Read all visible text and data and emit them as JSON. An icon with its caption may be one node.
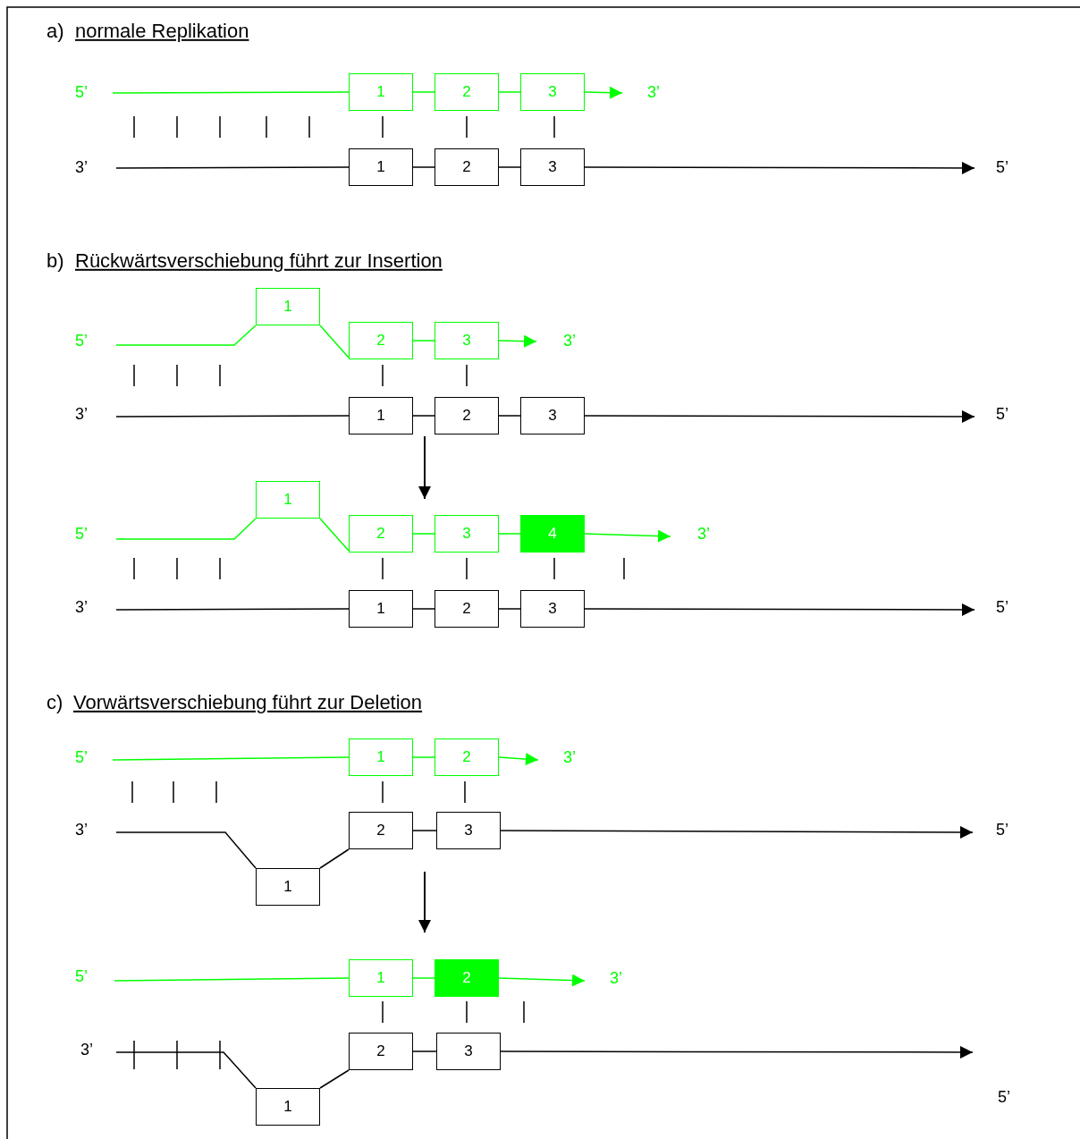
{
  "diagram": {
    "nodes": [
      {
        "text": [
          "1"
        ]
      },
      {
        "text": [
          "2"
        ]
      },
      {
        "text": [
          "3"
        ]
      },
      {
        "text": [
          "1"
        ]
      },
      {
        "text": [
          "2"
        ]
      },
      {
        "text": [
          "3"
        ]
      },
      {
        "text": [
          "1"
        ]
      },
      {
        "text": [
          "2"
        ]
      },
      {
        "text": [
          "3"
        ]
      },
      {
        "text": [
          "1"
        ]
      },
      {
        "text": [
          "2"
        ]
      },
      {
        "text": [
          "3"
        ]
      },
      {
        "text": [
          "1"
        ]
      },
      {
        "text": [
          "2"
        ]
      },
      {
        "text": [
          "3"
        ]
      },
      {
        "text": [
          "4"
        ]
      },
      {
        "text": [
          "1"
        ]
      },
      {
        "text": [
          "2"
        ]
      },
      {
        "text": [
          "3"
        ]
      },
      {
        "text": [
          "1"
        ]
      },
      {
        "text": [
          "2"
        ]
      },
      {
        "text": [
          "1"
        ]
      },
      {
        "text": [
          "2"
        ]
      },
      {
        "text": [
          "3"
        ]
      },
      {
        "text": [
          "1"
        ]
      },
      {
        "text": [
          "2"
        ]
      },
      {
        "text": [
          "1"
        ]
      },
      {
        "text": [
          "2"
        ]
      },
      {
        "text": [
          "3"
        ]
      }
    ],
    "edges": [
      {
        "from": null,
        "to": 0,
        "arrow": "none",
        "color": "#00ff00"
      },
      {
        "from": 0,
        "to": 1,
        "arrow": "none",
        "color": "#00ff00"
      },
      {
        "from": 1,
        "to": 2,
        "arrow": "none",
        "color": "#00ff00"
      },
      {
        "from": 2,
        "to": null,
        "arrow": "to",
        "color": "#00ff00"
      },
      {
        "from": null,
        "to": 3,
        "arrow": "none"
      },
      {
        "from": 3,
        "to": 4,
        "arrow": "none"
      },
      {
        "from": 4,
        "to": 5,
        "arrow": "none"
      },
      {
        "from": 5,
        "to": null,
        "arrow": "to"
      },
      {
        "from": null,
        "to": 6,
        "arrow": "none",
        "color": "#00ff00"
      },
      {
        "from": 6,
        "to": 7,
        "arrow": "none",
        "color": "#00ff00"
      },
      {
        "from": 7,
        "to": 8,
        "arrow": "none",
        "color": "#00ff00"
      },
      {
        "from": 8,
        "to": null,
        "arrow": "to",
        "color": "#00ff00"
      },
      {
        "from": null,
        "to": 9,
        "arrow": "none"
      },
      {
        "from": 9,
        "to": 10,
        "arrow": "none"
      },
      {
        "from": 10,
        "to": 11,
        "arrow": "none"
      },
      {
        "from": 11,
        "to": null,
        "arrow": "to"
      },
      {
        "from": null,
        "to": 12,
        "arrow": "none",
        "color": "#00ff00"
      },
      {
        "from": 12,
        "to": 13,
        "arrow": "none",
        "color": "#00ff00"
      },
      {
        "from": 13,
        "to": 14,
        "arrow": "none",
        "color": "#00ff00"
      },
      {
        "from": 14,
        "to": 15,
        "arrow": "none",
        "color": "#00ff00"
      },
      {
        "from": 15,
        "to": null,
        "arrow": "to",
        "color": "#00ff00"
      },
      {
        "from": null,
        "to": 16,
        "arrow": "none"
      },
      {
        "from": 16,
        "to": 17,
        "arrow": "none"
      },
      {
        "from": 17,
        "to": 18,
        "arrow": "none"
      },
      {
        "from": 18,
        "to": null,
        "arrow": "to"
      },
      {
        "from": null,
        "to": 19,
        "arrow": "none",
        "color": "#00ff00"
      },
      {
        "from": 19,
        "to": 20,
        "arrow": "none",
        "color": "#00ff00"
      },
      {
        "from": 20,
        "to": null,
        "arrow": "to",
        "color": "#00ff00"
      },
      {
        "from": null,
        "to": 21,
        "arrow": "none"
      },
      {
        "from": 21,
        "to": 22,
        "arrow": "none"
      },
      {
        "from": 22,
        "to": 23,
        "arrow": "none"
      },
      {
        "from": 23,
        "to": null,
        "arrow": "to"
      },
      {
        "from": null,
        "to": 24,
        "arrow": "none",
        "color": "#00ff00"
      },
      {
        "from": 24,
        "to": 25,
        "arrow": "none",
        "color": "#00ff00"
      },
      {
        "from": 25,
        "to": null,
        "arrow": "to",
        "color": "#00ff00"
      },
      {
        "from": null,
        "to": 26,
        "arrow": "none"
      },
      {
        "from": 26,
        "to": 27,
        "arrow": "none"
      },
      {
        "from": 27,
        "to": 28,
        "arrow": "none"
      },
      {
        "from": 28,
        "to": null,
        "arrow": "to"
      }
    ],
    "labels": [
      "a)",
      "normale Replikation",
      "5’",
      "3’",
      "3’",
      "5’",
      "b)",
      "Rückwärtsverschiebung führt zur Insertion",
      "5’",
      "3’",
      "3’",
      "5’",
      "5’",
      "3’",
      "3’",
      "5’",
      "c)",
      "Vorwärtsverschiebung führt zur Deletion",
      "5’",
      "3’",
      "3’",
      "5’",
      "5’",
      "3’",
      "3’",
      "5’"
    ]
  }
}
